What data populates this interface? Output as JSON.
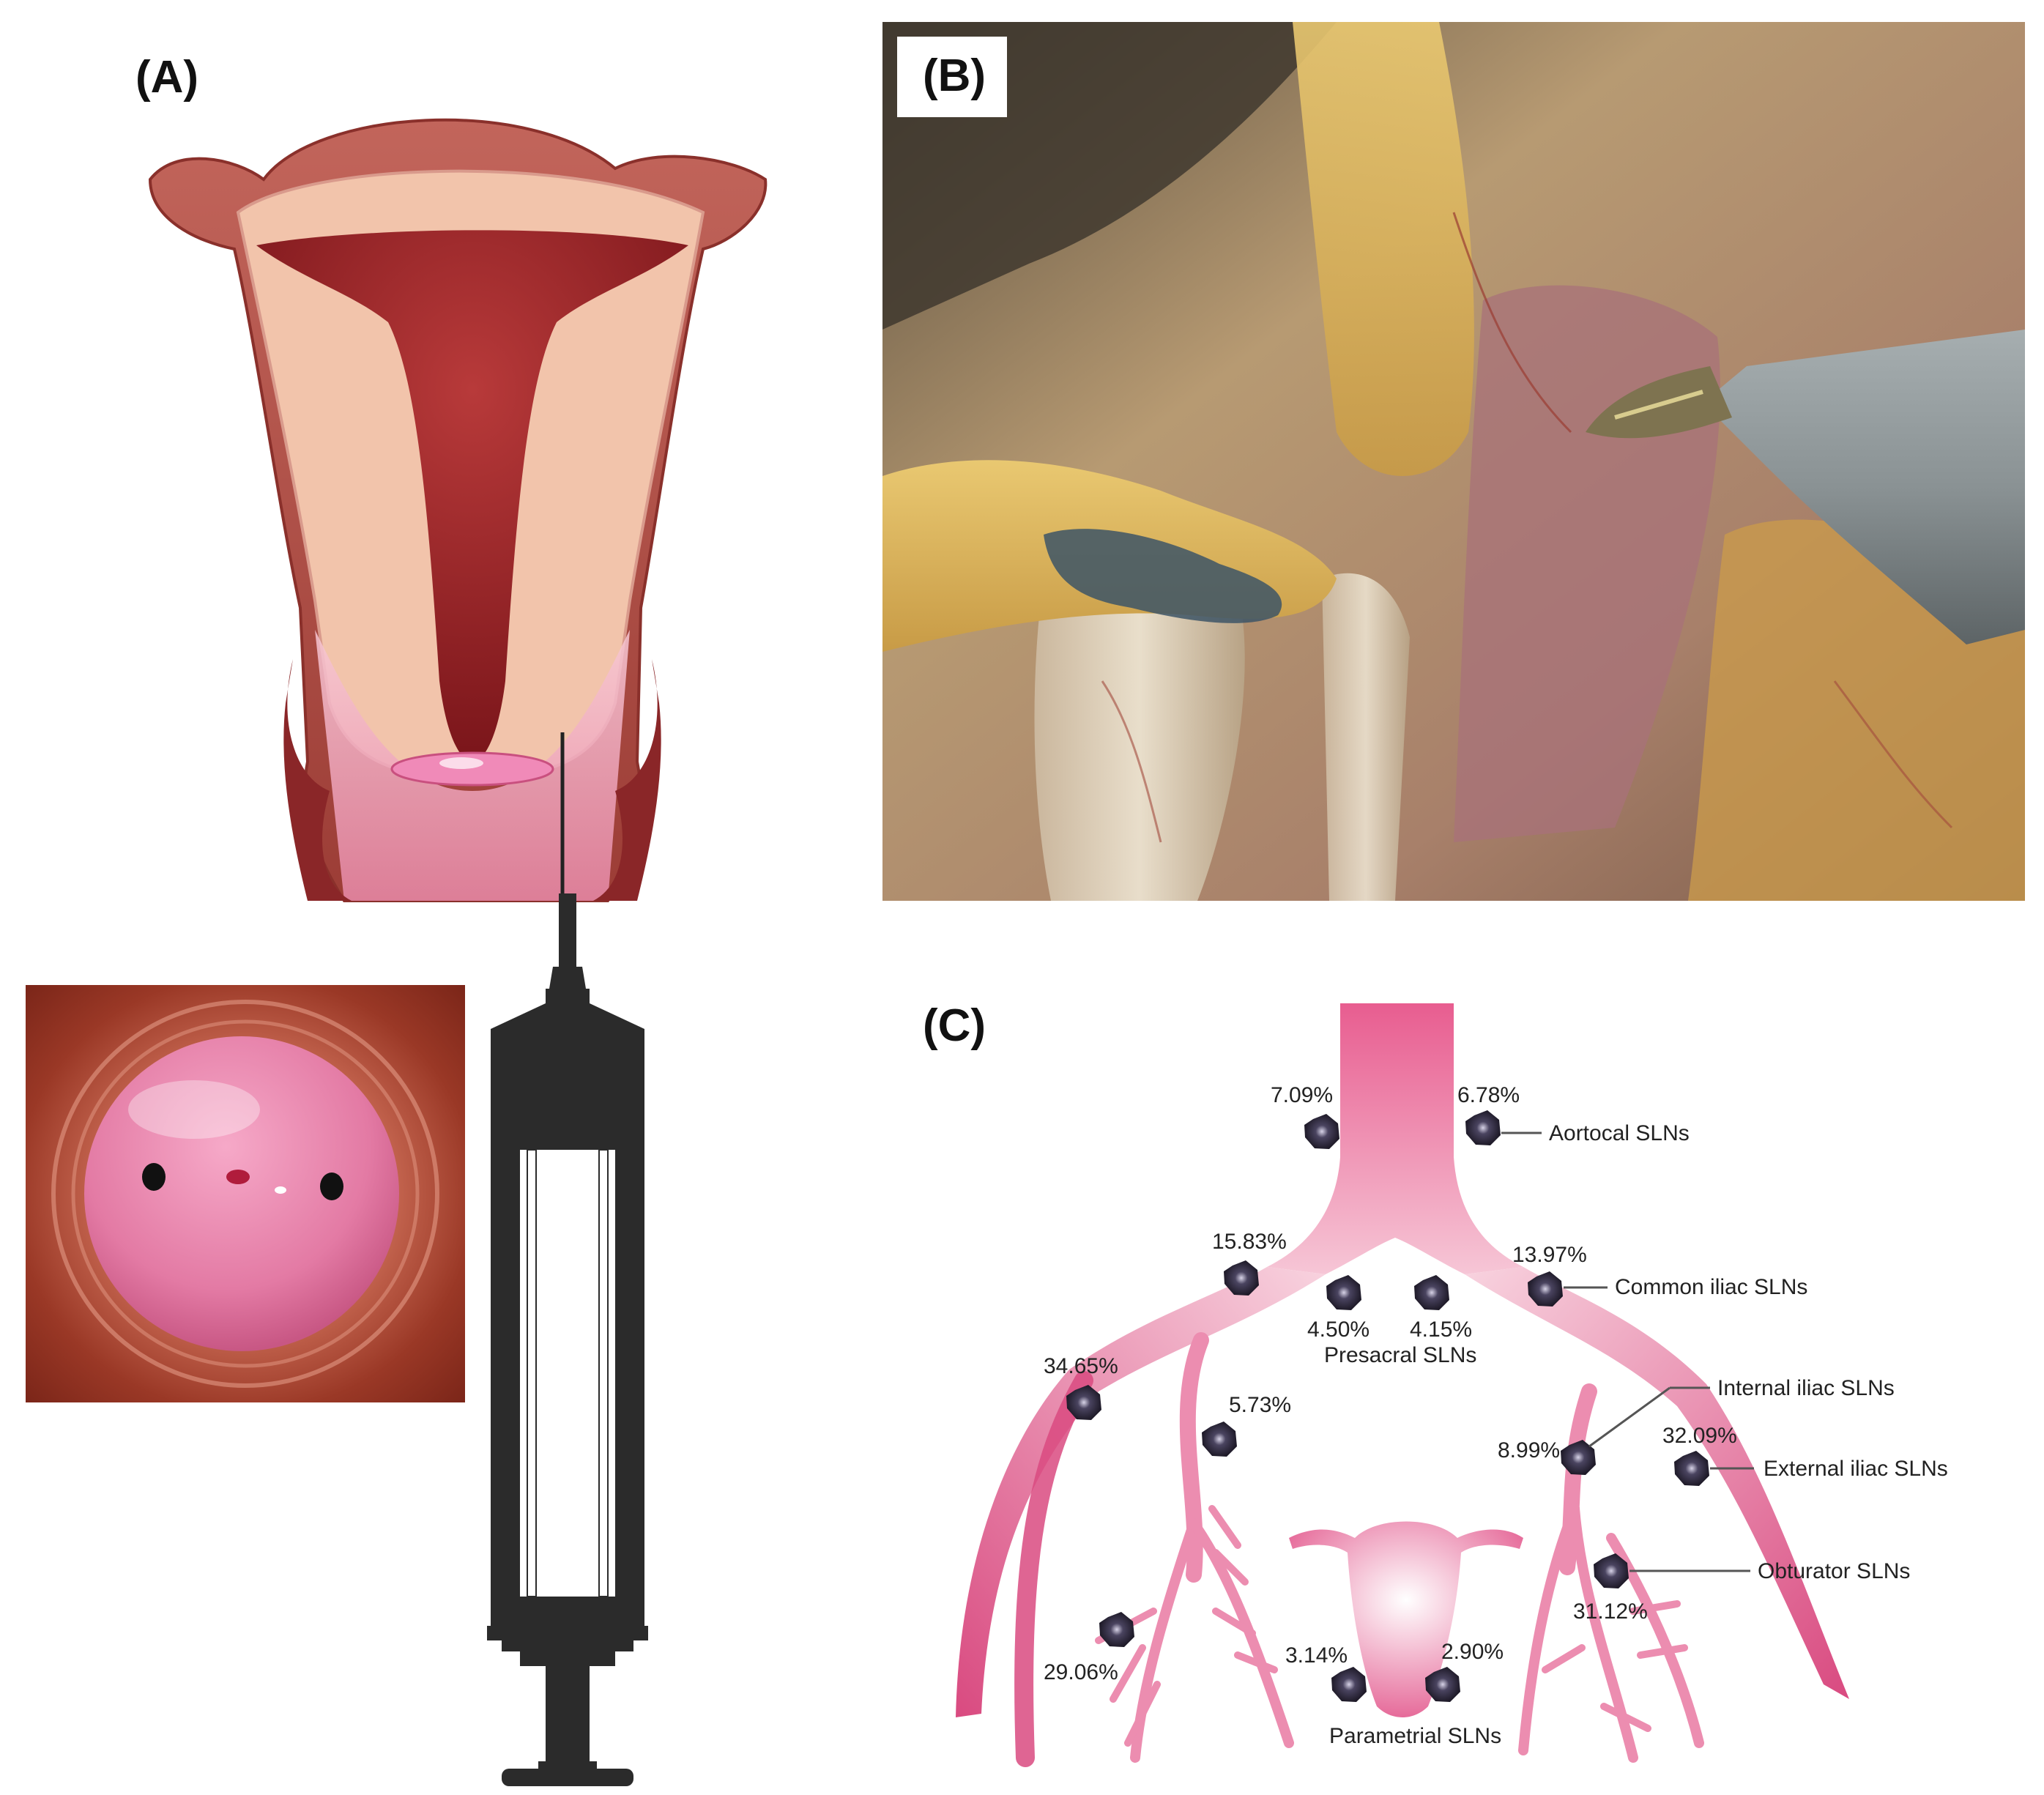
{
  "panels": {
    "a": {
      "label": "(A)"
    },
    "b": {
      "label": "(B)"
    },
    "c": {
      "label": "(C)"
    }
  },
  "colors": {
    "uterus_wall": "#a94a43",
    "uterus_inner": "#f0c0a8",
    "cavity": "#8b1e22",
    "cervix_pink": "#e98ab0",
    "syringe": "#2b2b2b",
    "vessel_pink": "#e0578a",
    "node_dark": "#2e2a3a"
  },
  "nodes": {
    "aortocaval_left_pct": "7.09%",
    "aortocaval_right_pct": "6.78%",
    "aortocaval_label": "Aortocal SLNs",
    "common_iliac_left_pct": "15.83%",
    "common_iliac_right_pct": "13.97%",
    "common_iliac_label": "Common iliac SLNs",
    "presacral_left_pct": "4.50%",
    "presacral_right_pct": "4.15%",
    "presacral_label": "Presacral SLNs",
    "external_iliac_left_pct": "34.65%",
    "internal_iliac_left_pct": "5.73%",
    "internal_iliac_right_pct": "8.99%",
    "internal_iliac_label": "Internal iliac SLNs",
    "external_iliac_right_pct": "32.09%",
    "external_iliac_label": "External iliac SLNs",
    "obturator_right_pct": "31.12%",
    "obturator_label": "Obturator SLNs",
    "obturator_left_pct": "29.06%",
    "parametrial_left_pct": "3.14%",
    "parametrial_right_pct": "2.90%",
    "parametrial_label": "Parametrial SLNs"
  }
}
